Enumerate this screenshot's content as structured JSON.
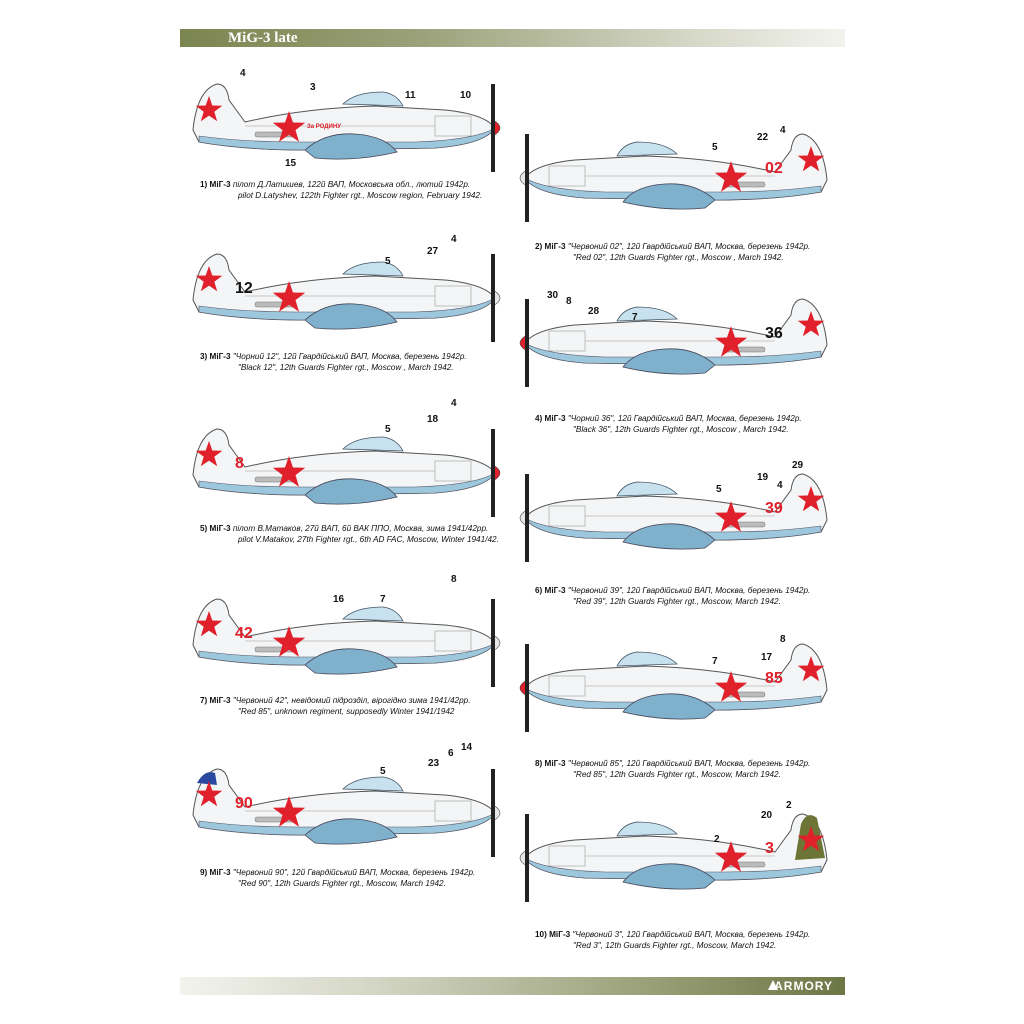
{
  "header": {
    "title": "MiG-3 late"
  },
  "footer": {
    "brand": "ARMORY"
  },
  "colors": {
    "star": "#e0202a",
    "belly": "#9dc7dd",
    "canopy": "#c7e1ee",
    "white": "#f4f5f6",
    "olive": "#6c7436"
  },
  "aircraft": [
    {
      "id": "1",
      "facing": "right",
      "spinner": "red",
      "code": "",
      "code_color": "",
      "slogan": "За РОДИНУ",
      "fin": "",
      "callouts": [
        "4",
        "3",
        "11",
        "10",
        "15"
      ],
      "caption_no": "1) МіГ-3",
      "caption_ua": "пілот Д.Латишев, 122й ВАП, Московська обл., лютий 1942р.",
      "caption_en": "pilot D.Latyshev, 122th Fighter rgt., Moscow region, February 1942."
    },
    {
      "id": "2",
      "facing": "left",
      "spinner": "none",
      "code": "02",
      "code_color": "red",
      "slogan": "",
      "fin": "",
      "callouts": [
        "22",
        "4",
        "5"
      ],
      "caption_no": "2) МіГ-3",
      "caption_ua": "\"Червоний 02\", 12й Гвардійський ВАП, Москва, березень 1942р.",
      "caption_en": "\"Red 02\", 12th Guards Fighter rgt., Moscow , March 1942."
    },
    {
      "id": "3",
      "facing": "right",
      "spinner": "none",
      "code": "12",
      "code_color": "black",
      "slogan": "",
      "fin": "",
      "callouts": [
        "27",
        "4",
        "5"
      ],
      "caption_no": "3) МіГ-3",
      "caption_ua": "\"Чорний 12\", 12й Гвардійський ВАП, Москва, березень 1942р.",
      "caption_en": "\"Black 12\", 12th Guards Fighter rgt., Moscow , March 1942."
    },
    {
      "id": "4",
      "facing": "left",
      "spinner": "red",
      "code": "36",
      "code_color": "black",
      "slogan": "",
      "fin": "",
      "callouts": [
        "30",
        "8",
        "28",
        "7"
      ],
      "caption_no": "4) МіГ-3",
      "caption_ua": "\"Чорний 36\", 12й Гвардійський ВАП, Москва, березень 1942р.",
      "caption_en": "\"Black 36\", 12th Guards Fighter rgt., Moscow , March 1942."
    },
    {
      "id": "5",
      "facing": "right",
      "spinner": "red",
      "code": "8",
      "code_color": "red",
      "slogan": "",
      "fin": "",
      "callouts": [
        "18",
        "4",
        "5"
      ],
      "caption_no": "5) МіГ-3",
      "caption_ua": "пілот В.Матаков, 27й ВАП, 6й ВАК ППО, Москва, зима 1941/42рр.",
      "caption_en": "pilot V.Matakov, 27th Fighter rgt., 6th AD FAC, Moscow, Winter 1941/42."
    },
    {
      "id": "6",
      "facing": "left",
      "spinner": "none",
      "code": "39",
      "code_color": "red",
      "slogan": "",
      "fin": "",
      "callouts": [
        "19",
        "4",
        "29",
        "5"
      ],
      "caption_no": "6) МіГ-3",
      "caption_ua": "\"Червоний 39\", 12й Гвардійський ВАП, Москва, березень 1942р.",
      "caption_en": "\"Red 39\", 12th Guards Fighter rgt., Moscow, March 1942."
    },
    {
      "id": "7",
      "facing": "right",
      "spinner": "none",
      "code": "42",
      "code_color": "red",
      "slogan": "",
      "fin": "",
      "callouts": [
        "16",
        "7",
        "8"
      ],
      "caption_no": "7) МіГ-3",
      "caption_ua": "\"Червоний 42\", невідомий підрозділ, вірогідно зима 1941/42рр.",
      "caption_en": "\"Red 85\", unknown regiment, supposedly Winter 1941/1942"
    },
    {
      "id": "8",
      "facing": "left",
      "spinner": "red",
      "code": "85",
      "code_color": "red",
      "slogan": "",
      "fin": "",
      "callouts": [
        "8",
        "17",
        "7"
      ],
      "caption_no": "8) МіГ-3",
      "caption_ua": "\"Червоний 85\", 12й Гвардійський ВАП, Москва, березень 1942р.",
      "caption_en": "\"Red 85\", 12th Guards Fighter rgt., Moscow, March 1942."
    },
    {
      "id": "9",
      "facing": "right",
      "spinner": "none",
      "code": "90",
      "code_color": "red",
      "slogan": "",
      "fin": "blue-white",
      "callouts": [
        "6",
        "14",
        "23",
        "5"
      ],
      "caption_no": "9) МіГ-3",
      "caption_ua": "\"Червоний 90\", 12й Гвардійський ВАП, Москва, березень 1942р.",
      "caption_en": "\"Red 90\", 12th Guards Fighter rgt., Moscow, March 1942."
    },
    {
      "id": "10",
      "facing": "left",
      "spinner": "none",
      "code": "3",
      "code_color": "red",
      "slogan": "",
      "fin": "olive",
      "callouts": [
        "2",
        "20",
        "2"
      ],
      "caption_no": "10) МіГ-3",
      "caption_ua": "\"Червоний 3\", 12й Гвардійський ВАП, Москва, березень 1942р.",
      "caption_en": "\"Red 3\", 12th Guards Fighter rgt., Moscow, March 1942."
    }
  ]
}
